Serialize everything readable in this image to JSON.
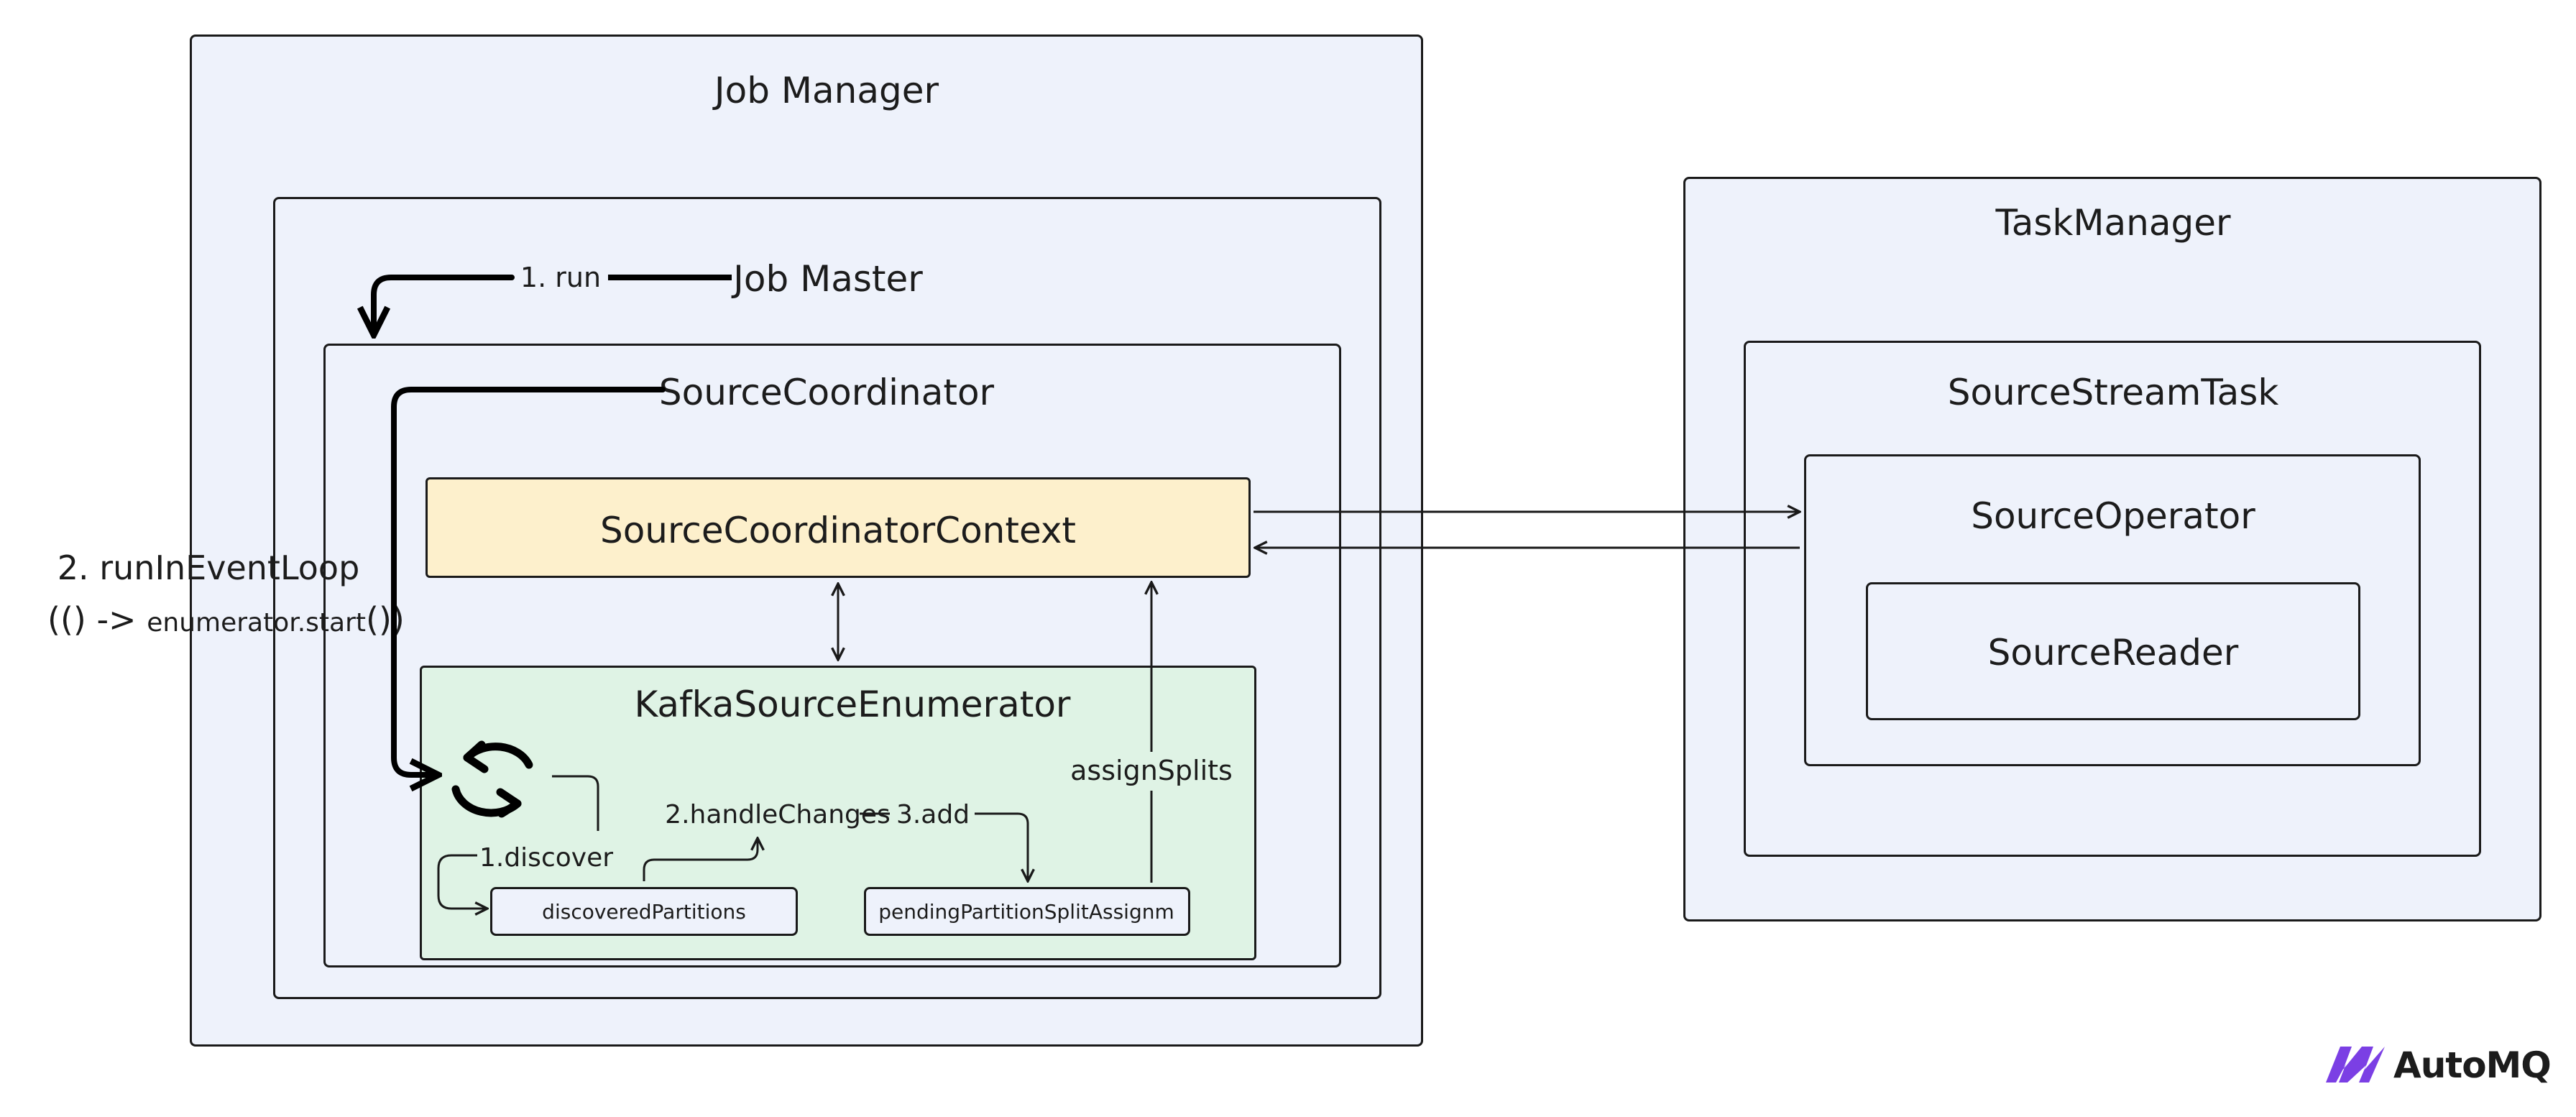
{
  "job_manager": {
    "title": "Job Manager"
  },
  "job_master": {
    "title": "Job Master",
    "run_label": "1. run"
  },
  "source_coordinator": {
    "title": "SourceCoordinator"
  },
  "source_coordinator_context": {
    "title": "SourceCoordinatorContext"
  },
  "kafka_source_enumerator": {
    "title": "KafkaSourceEnumerator",
    "discover_label": "1.discover",
    "handle_changes_label": "2.handleChanges",
    "add_label": "3.add",
    "assign_splits_label": "assignSplits",
    "discovered_partitions": "discoveredPartitions",
    "pending_assignments": "pendingPartitionSplitAssignm"
  },
  "run_in_event_loop": {
    "line1": "2. runInEventLoop",
    "line2_prefix": "(() -> ",
    "line2_call": "enumerator.start",
    "line2_suffix": "())"
  },
  "task_manager": {
    "title": "TaskManager"
  },
  "source_stream_task": {
    "title": "SourceStreamTask"
  },
  "source_operator": {
    "title": "SourceOperator"
  },
  "source_reader": {
    "title": "SourceReader"
  },
  "logo": {
    "text": "AutoMQ",
    "accent": "#7b3fe4"
  },
  "colors": {
    "container_fill": "#eef2fb",
    "context_fill": "#fdf0cc",
    "enumerator_fill": "#dff3e5",
    "stroke": "#1a1a1a"
  }
}
